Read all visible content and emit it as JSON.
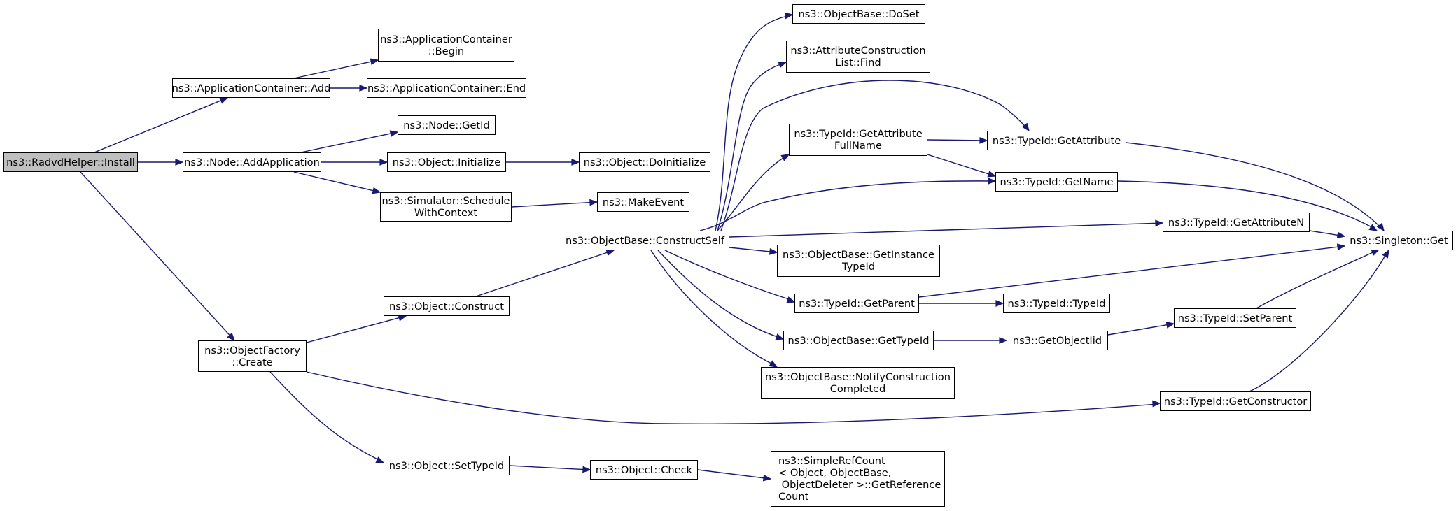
{
  "diagram": {
    "type": "call-graph",
    "root": "ns3::RadvdHelper::Install",
    "nodes": [
      {
        "id": "install",
        "label": "ns3::RadvdHelper::Install",
        "root": true
      },
      {
        "id": "appAdd",
        "label": "ns3::ApplicationContainer::Add"
      },
      {
        "id": "appBegin",
        "label": "ns3::ApplicationContainer\n::Begin"
      },
      {
        "id": "appEnd",
        "label": "ns3::ApplicationContainer::End"
      },
      {
        "id": "nodeAddApp",
        "label": "ns3::Node::AddApplication"
      },
      {
        "id": "nodeGetId",
        "label": "ns3::Node::GetId"
      },
      {
        "id": "objInit",
        "label": "ns3::Object::Initialize"
      },
      {
        "id": "objDoInit",
        "label": "ns3::Object::DoInitialize"
      },
      {
        "id": "simSchedule",
        "label": "ns3::Simulator::Schedule\nWithContext"
      },
      {
        "id": "makeEvent",
        "label": "ns3::MakeEvent"
      },
      {
        "id": "objFactoryCreate",
        "label": "ns3::ObjectFactory\n::Create"
      },
      {
        "id": "objConstruct",
        "label": "ns3::Object::Construct"
      },
      {
        "id": "objSetTypeId",
        "label": "ns3::Object::SetTypeId"
      },
      {
        "id": "objCheck",
        "label": "ns3::Object::Check"
      },
      {
        "id": "simpleRef",
        "label": "ns3::SimpleRefCount\n< Object, ObjectBase,\n ObjectDeleter >::GetReference\nCount",
        "align": "left"
      },
      {
        "id": "constructSelf",
        "label": "ns3::ObjectBase::ConstructSelf"
      },
      {
        "id": "doSet",
        "label": "ns3::ObjectBase::DoSet"
      },
      {
        "id": "attrFind",
        "label": "ns3::AttributeConstruction\nList::Find"
      },
      {
        "id": "getAttrFullName",
        "label": "ns3::TypeId::GetAttribute\nFullName"
      },
      {
        "id": "getInstanceTypeId",
        "label": "ns3::ObjectBase::GetInstance\nTypeId"
      },
      {
        "id": "getParent",
        "label": "ns3::TypeId::GetParent"
      },
      {
        "id": "obGetTypeId",
        "label": "ns3::ObjectBase::GetTypeId"
      },
      {
        "id": "notifyConstruction",
        "label": "ns3::ObjectBase::NotifyConstruction\nCompleted"
      },
      {
        "id": "getAttribute",
        "label": "ns3::TypeId::GetAttribute"
      },
      {
        "id": "getName",
        "label": "ns3::TypeId::GetName"
      },
      {
        "id": "getAttributeN",
        "label": "ns3::TypeId::GetAttributeN"
      },
      {
        "id": "typeIdCtor",
        "label": "ns3::TypeId::TypeId"
      },
      {
        "id": "getObjectIid",
        "label": "ns3::GetObjectIid"
      },
      {
        "id": "setParent",
        "label": "ns3::TypeId::SetParent"
      },
      {
        "id": "getConstructor",
        "label": "ns3::TypeId::GetConstructor"
      },
      {
        "id": "singletonGet",
        "label": "ns3::Singleton::Get"
      }
    ],
    "edges": [
      [
        "install",
        "appAdd"
      ],
      [
        "install",
        "nodeAddApp"
      ],
      [
        "install",
        "objFactoryCreate"
      ],
      [
        "appAdd",
        "appBegin"
      ],
      [
        "appAdd",
        "appEnd"
      ],
      [
        "nodeAddApp",
        "nodeGetId"
      ],
      [
        "nodeAddApp",
        "objInit"
      ],
      [
        "nodeAddApp",
        "simSchedule"
      ],
      [
        "objInit",
        "objDoInit"
      ],
      [
        "simSchedule",
        "makeEvent"
      ],
      [
        "objFactoryCreate",
        "objConstruct"
      ],
      [
        "objFactoryCreate",
        "objSetTypeId"
      ],
      [
        "objFactoryCreate",
        "getConstructor"
      ],
      [
        "objConstruct",
        "constructSelf"
      ],
      [
        "objSetTypeId",
        "objCheck"
      ],
      [
        "objCheck",
        "simpleRef"
      ],
      [
        "constructSelf",
        "doSet"
      ],
      [
        "constructSelf",
        "attrFind"
      ],
      [
        "constructSelf",
        "getAttribute"
      ],
      [
        "constructSelf",
        "getAttrFullName"
      ],
      [
        "constructSelf",
        "getName"
      ],
      [
        "constructSelf",
        "getAttributeN"
      ],
      [
        "constructSelf",
        "getInstanceTypeId"
      ],
      [
        "constructSelf",
        "getParent"
      ],
      [
        "constructSelf",
        "obGetTypeId"
      ],
      [
        "constructSelf",
        "notifyConstruction"
      ],
      [
        "getAttrFullName",
        "getAttribute"
      ],
      [
        "getAttrFullName",
        "getName"
      ],
      [
        "getAttribute",
        "singletonGet"
      ],
      [
        "getName",
        "singletonGet"
      ],
      [
        "getAttributeN",
        "singletonGet"
      ],
      [
        "getParent",
        "singletonGet"
      ],
      [
        "getParent",
        "typeIdCtor"
      ],
      [
        "obGetTypeId",
        "getObjectIid"
      ],
      [
        "getObjectIid",
        "setParent"
      ],
      [
        "setParent",
        "singletonGet"
      ],
      [
        "getConstructor",
        "singletonGet"
      ]
    ]
  }
}
